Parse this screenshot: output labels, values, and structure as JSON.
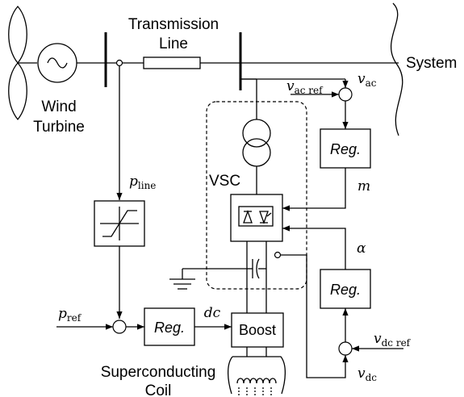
{
  "labels": {
    "transmission_line": [
      "Transmission",
      "Line"
    ],
    "system": "System",
    "wind_turbine": [
      "Wind",
      "Turbine"
    ],
    "vsc": "VSC",
    "boost": "Boost",
    "superconducting_coil": [
      "Superconducting",
      "Coil"
    ],
    "reg": "Reg."
  },
  "signals": {
    "p_line": {
      "sym": "p",
      "sub": "line"
    },
    "p_ref": {
      "sym": "p",
      "sub": "ref"
    },
    "v_ac": {
      "sym": "v",
      "sub": "ac"
    },
    "v_ac_ref": {
      "sym": "v",
      "sub": "ac ref"
    },
    "v_dc": {
      "sym": "v",
      "sub": "dc"
    },
    "v_dc_ref": {
      "sym": "v",
      "sub": "dc ref"
    },
    "m": "m",
    "alpha": "α",
    "dc": "dc"
  }
}
